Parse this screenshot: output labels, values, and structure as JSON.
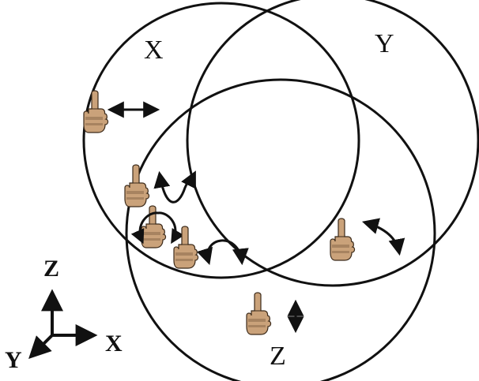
{
  "venn": {
    "sets": [
      {
        "label": "X"
      },
      {
        "label": "Y"
      },
      {
        "label": "Z"
      }
    ]
  },
  "axes_legend": {
    "z_label": "Z",
    "x_label": "X",
    "y_label": "Y"
  },
  "colors": {
    "stroke": "#111111",
    "hand_skin": "#caa27a",
    "hand_outline": "#3b2a1a"
  },
  "icons": [
    "pointing-hand-icon",
    "double-arrow-icon",
    "curved-double-arrow-icon",
    "rotate-arrow-icon"
  ]
}
